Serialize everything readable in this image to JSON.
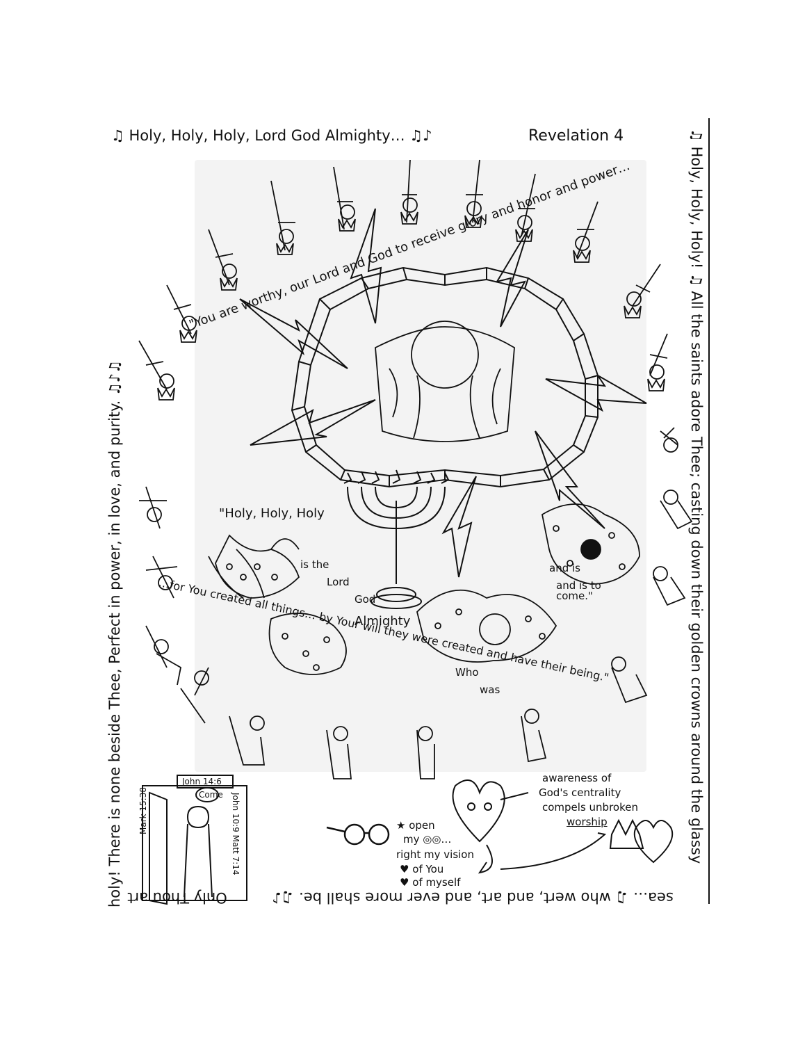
{
  "header": {
    "hymn_line": "♫ Holy, Holy, Holy, Lord God Almighty… ♫♪",
    "reference": "Revelation 4"
  },
  "borders": {
    "right": "♫ Holy, Holy, Holy! ♫ All the saints adore Thee; casting down their golden crowns around the glassy",
    "bottom": "sea… ♫ who wert, and art, and ever more shall be. ♫♪",
    "bottom_left": "Only Thou art",
    "left": "holy! There is none beside Thee, Perfect in power, in love, and purity. ♫♪♫"
  },
  "arc_texts": {
    "outer": "\"You are worthy, our Lord and God to receive glory and honor and power…",
    "inner": "…for You created all things… by Your will they were created and have their being.\""
  },
  "creature_texts": {
    "holy": "\"Holy, Holy, Holy",
    "is_the": "is the",
    "lord": "Lord",
    "god": "God",
    "almighty": "Almighty",
    "who": "Who",
    "was": "was",
    "and_is": "and is",
    "and_is_to_come": "and is to come.\""
  },
  "door": {
    "top_ref": "John 14:6",
    "left_ref": "Mark 15:38",
    "right_ref": "John 10:9 Matt 7:14",
    "bubble": "Come"
  },
  "notes": {
    "open": "★ open",
    "my_eyes": "my ◎◎…",
    "right_vision": "right my vision",
    "of_you": "♥ of You",
    "of_myself": "♥ of myself",
    "awareness_1": "awareness of",
    "awareness_2": "God's centrality",
    "awareness_3": "compels unbroken",
    "awareness_4": "worship"
  },
  "colors": {
    "ink": "#111111",
    "paper": "#ffffff"
  }
}
